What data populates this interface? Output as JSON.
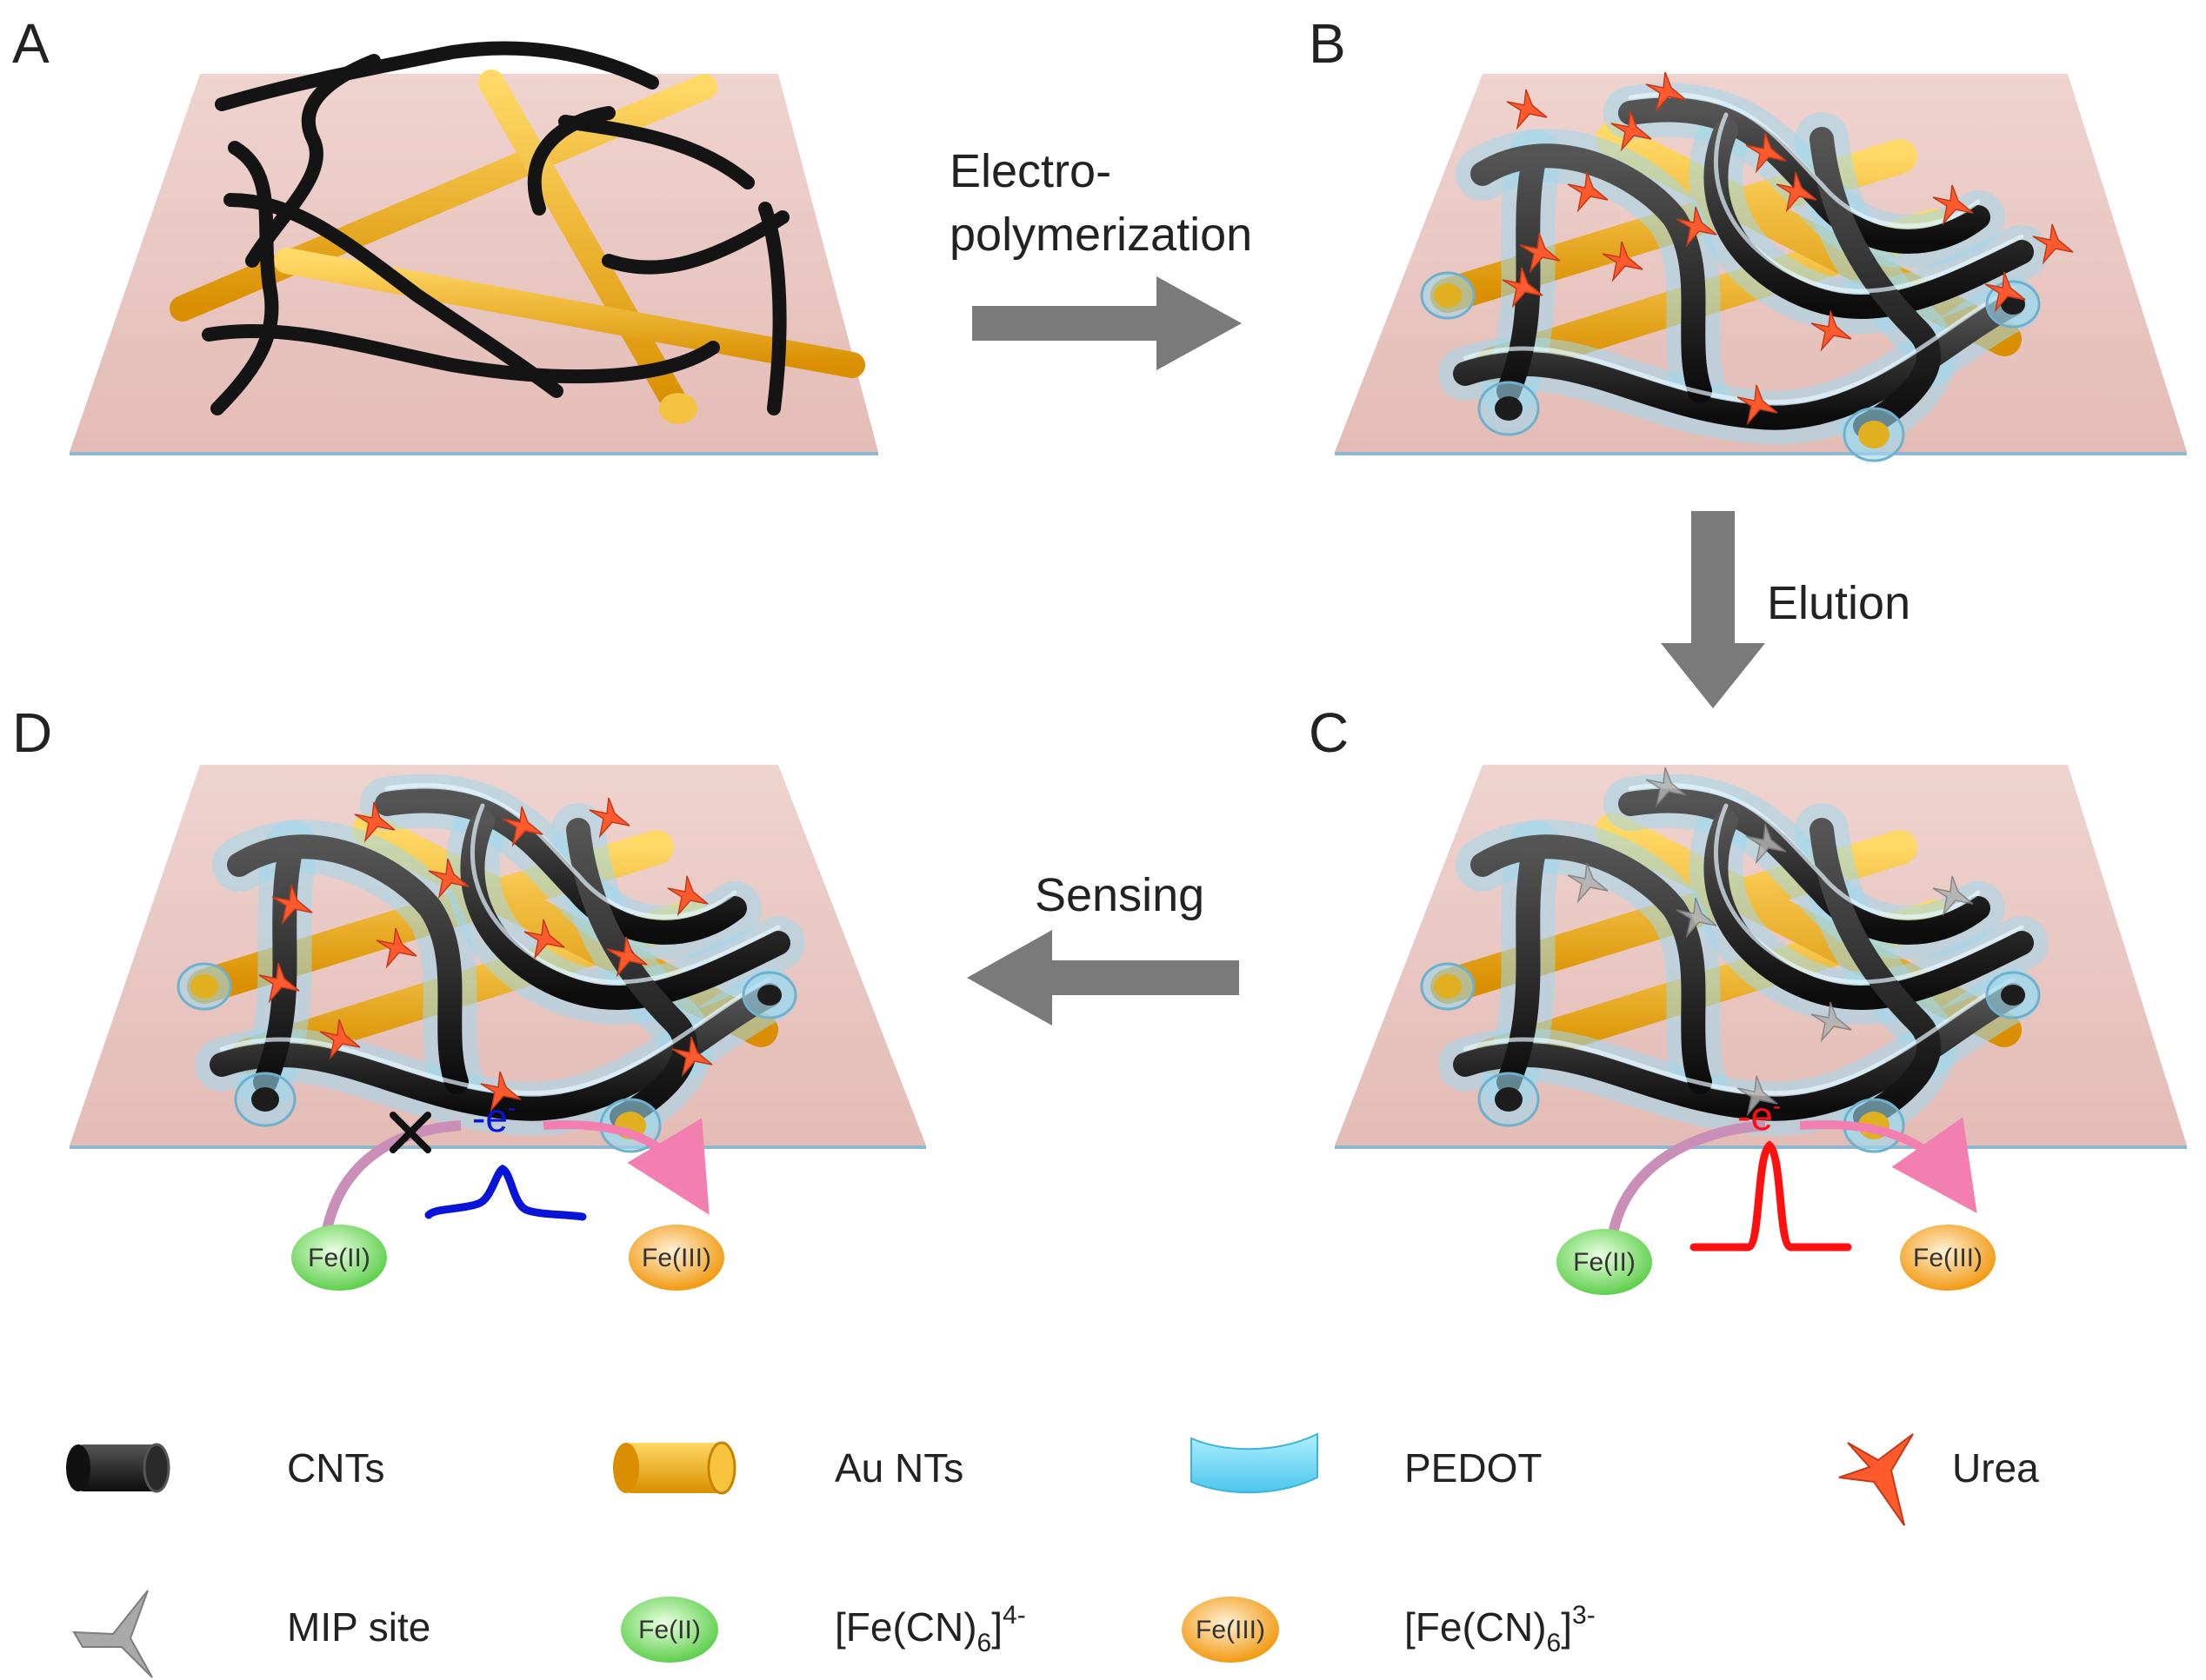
{
  "panels": {
    "a": "A",
    "b": "B",
    "c": "C",
    "d": "D"
  },
  "steps": {
    "electro_line1": "Electro-",
    "electro_line2": "polymerization",
    "elution": "Elution",
    "sensing": "Sensing"
  },
  "redox": {
    "fe2": "Fe(II)",
    "fe3": "Fe(III)",
    "electron": "-e",
    "electron_sup": "-"
  },
  "legend": {
    "cnts": "CNTs",
    "au_nts": "Au NTs",
    "pedot": "PEDOT",
    "urea": "Urea",
    "mip_site": "MIP site",
    "fe2_symbol": "Fe(II)",
    "fe3_symbol": "Fe(III)",
    "ferro_main": "[Fe(CN)",
    "ferro_sub": "6",
    "ferro_close": "]",
    "ferro_sup": "4-",
    "ferri_main": "[Fe(CN)",
    "ferri_sub": "6",
    "ferri_close": "]",
    "ferri_sup": "3-"
  },
  "colors": {
    "substrate": "#e9c7c2",
    "cnt": "#1a1a1a",
    "au": "#f0b21e",
    "pedot": "#7fd7f2",
    "urea": "#ff5a2e",
    "mip": "#9a9a9a",
    "fe2": "#7fd66a",
    "fe3": "#f5a623",
    "arrow": "#7a7a7a",
    "peak_c": "#ff1010",
    "peak_d": "#0a14d8"
  }
}
